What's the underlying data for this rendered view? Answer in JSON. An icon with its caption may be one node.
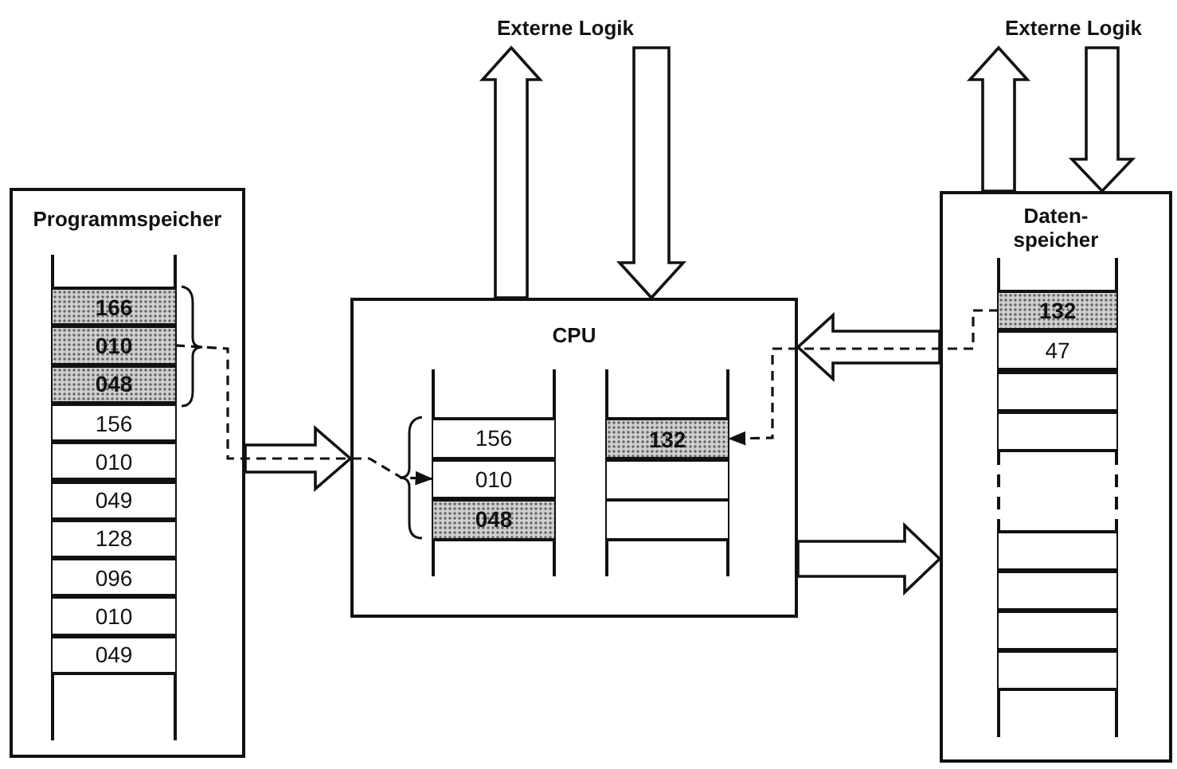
{
  "diagram": {
    "nodes": [
      {
        "text": [
          "Externe Logik"
        ]
      },
      {
        "text": [
          "Externe Logik"
        ]
      },
      {
        "text": [
          "Programmspeicher"
        ]
      },
      {
        "text": [
          "166"
        ],
        "in": 2
      },
      {
        "text": [
          "010"
        ],
        "in": 2
      },
      {
        "text": [
          "048"
        ],
        "in": 2
      },
      {
        "text": [
          "156"
        ],
        "in": 2
      },
      {
        "text": [
          "010"
        ],
        "in": 2
      },
      {
        "text": [
          "049"
        ],
        "in": 2
      },
      {
        "text": [
          "128"
        ],
        "in": 2
      },
      {
        "text": [
          "096"
        ],
        "in": 2
      },
      {
        "text": [
          "010"
        ],
        "in": 2
      },
      {
        "text": [
          "049"
        ],
        "in": 2
      },
      {
        "text": [
          "CPU"
        ]
      },
      {
        "text": [
          "156"
        ],
        "in": 13
      },
      {
        "text": [
          "010"
        ],
        "in": 13
      },
      {
        "text": [
          "048"
        ],
        "in": 13
      },
      {
        "text": [
          "132"
        ],
        "in": 13
      },
      {
        "text": [],
        "shape": "box",
        "in": 13
      },
      {
        "text": [],
        "shape": "box",
        "in": 13
      },
      {
        "text": [
          "Daten- speicher"
        ]
      },
      {
        "text": [
          "132"
        ],
        "in": 20
      },
      {
        "text": [
          "47"
        ],
        "in": 20
      },
      {
        "text": [],
        "shape": "box",
        "in": 20
      },
      {
        "text": [],
        "shape": "box",
        "in": 20
      },
      {
        "text": [],
        "shape": "box",
        "in": 20
      },
      {
        "text": [],
        "shape": "box",
        "in": 20
      },
      {
        "text": [],
        "shape": "box",
        "in": 20
      },
      {
        "text": [],
        "shape": "box",
        "in": 20
      }
    ],
    "edges": [
      {
        "from": 13,
        "to": 0,
        "arrow": "to"
      },
      {
        "from": 0,
        "to": 13,
        "arrow": "to"
      },
      {
        "from": 20,
        "to": 1,
        "arrow": "to"
      },
      {
        "from": 1,
        "to": 20,
        "arrow": "to"
      },
      {
        "from": 2,
        "to": 13,
        "arrow": "to"
      },
      {
        "from": 20,
        "to": 13,
        "arrow": "to"
      },
      {
        "from": 13,
        "to": 20,
        "arrow": "to"
      },
      {
        "from": 4,
        "to": 15,
        "arrow": "to",
        "style": "dashed"
      },
      {
        "from": 21,
        "to": 17,
        "arrow": "to",
        "style": "dashed"
      }
    ]
  }
}
